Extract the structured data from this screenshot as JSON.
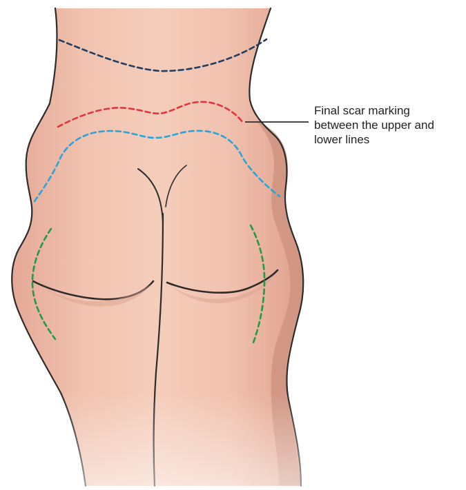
{
  "annotation": {
    "lines": [
      "Final scar marking",
      "between the upper and",
      "lower lines"
    ]
  },
  "colors": {
    "skin": "#eebba6",
    "skin_shadow": "#c98f7d",
    "outline": "#2b2b2b",
    "upper_marking": "#1f3e64",
    "final_scar_marking": "#e3343a",
    "lower_marking": "#2aa3dc",
    "lateral_marking": "#1e9a48",
    "leader_line": "#2b2b2b"
  }
}
